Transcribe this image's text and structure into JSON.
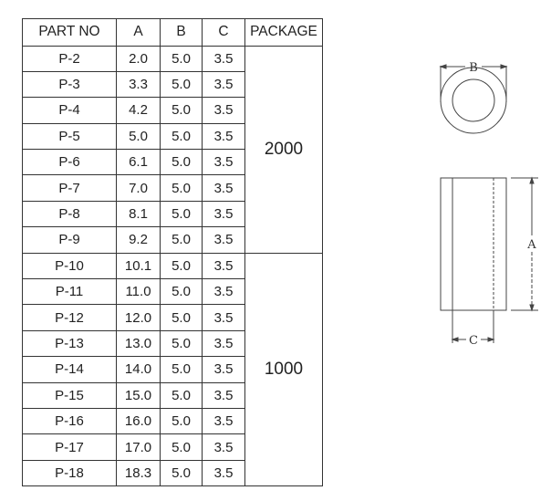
{
  "table": {
    "headers": [
      "PART NO",
      "A",
      "B",
      "C",
      "PACKAGE"
    ],
    "rows": [
      [
        "P-2",
        "2.0",
        "5.0",
        "3.5"
      ],
      [
        "P-3",
        "3.3",
        "5.0",
        "3.5"
      ],
      [
        "P-4",
        "4.2",
        "5.0",
        "3.5"
      ],
      [
        "P-5",
        "5.0",
        "5.0",
        "3.5"
      ],
      [
        "P-6",
        "6.1",
        "5.0",
        "3.5"
      ],
      [
        "P-7",
        "7.0",
        "5.0",
        "3.5"
      ],
      [
        "P-8",
        "8.1",
        "5.0",
        "3.5"
      ],
      [
        "P-9",
        "9.2",
        "5.0",
        "3.5"
      ],
      [
        "P-10",
        "10.1",
        "5.0",
        "3.5"
      ],
      [
        "P-11",
        "11.0",
        "5.0",
        "3.5"
      ],
      [
        "P-12",
        "12.0",
        "5.0",
        "3.5"
      ],
      [
        "P-13",
        "13.0",
        "5.0",
        "3.5"
      ],
      [
        "P-14",
        "14.0",
        "5.0",
        "3.5"
      ],
      [
        "P-15",
        "15.0",
        "5.0",
        "3.5"
      ],
      [
        "P-16",
        "16.0",
        "5.0",
        "3.5"
      ],
      [
        "P-17",
        "17.0",
        "5.0",
        "3.5"
      ],
      [
        "P-18",
        "18.3",
        "5.0",
        "3.5"
      ]
    ],
    "packages": [
      {
        "value": "2000",
        "rows": 8
      },
      {
        "value": "1000",
        "rows": 9
      }
    ]
  },
  "drawing": {
    "label_b": "B",
    "label_a": "A",
    "label_c": "C"
  }
}
